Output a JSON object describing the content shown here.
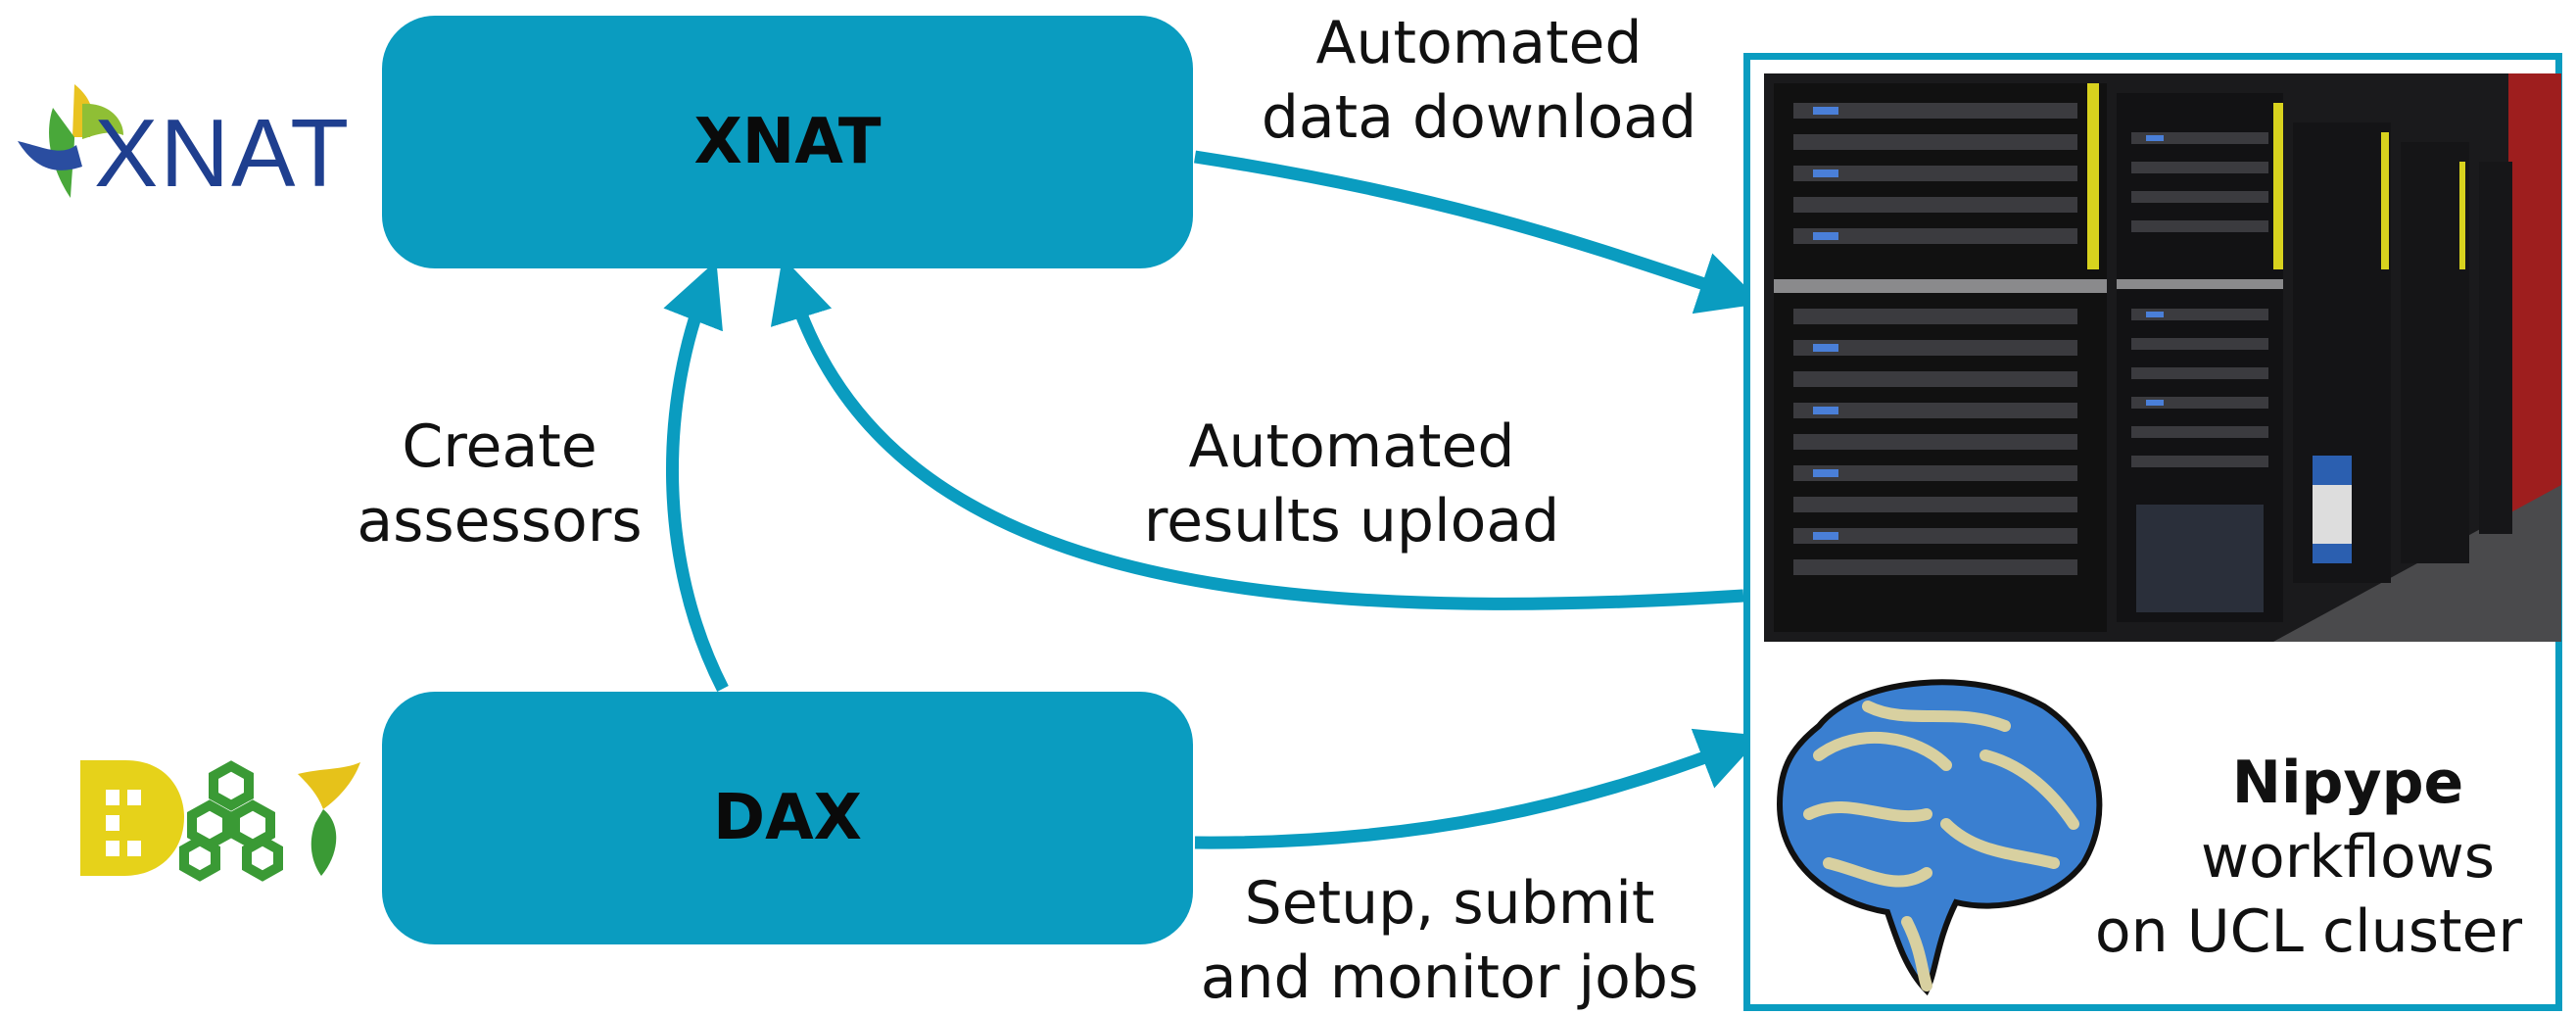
{
  "nodes": {
    "xnat": "XNAT",
    "dax": "DAX"
  },
  "edges": {
    "download": [
      "Automated",
      "data download"
    ],
    "upload": [
      "Automated",
      "results upload"
    ],
    "assessors": [
      "Create",
      "assessors"
    ],
    "jobs": [
      "Setup, submit",
      "and monitor jobs"
    ]
  },
  "panel": {
    "title": "Nipype",
    "line1": "workflows",
    "line2": "on UCL cluster"
  },
  "logos": {
    "xnat_text": "XNAT"
  },
  "colors": {
    "accent": "#0a9cc0",
    "node_text": "#0a0a0a",
    "logo_blue": "#1f3f8f",
    "dax_yellow": "#e6d21a",
    "dax_green": "#3a9a35"
  }
}
